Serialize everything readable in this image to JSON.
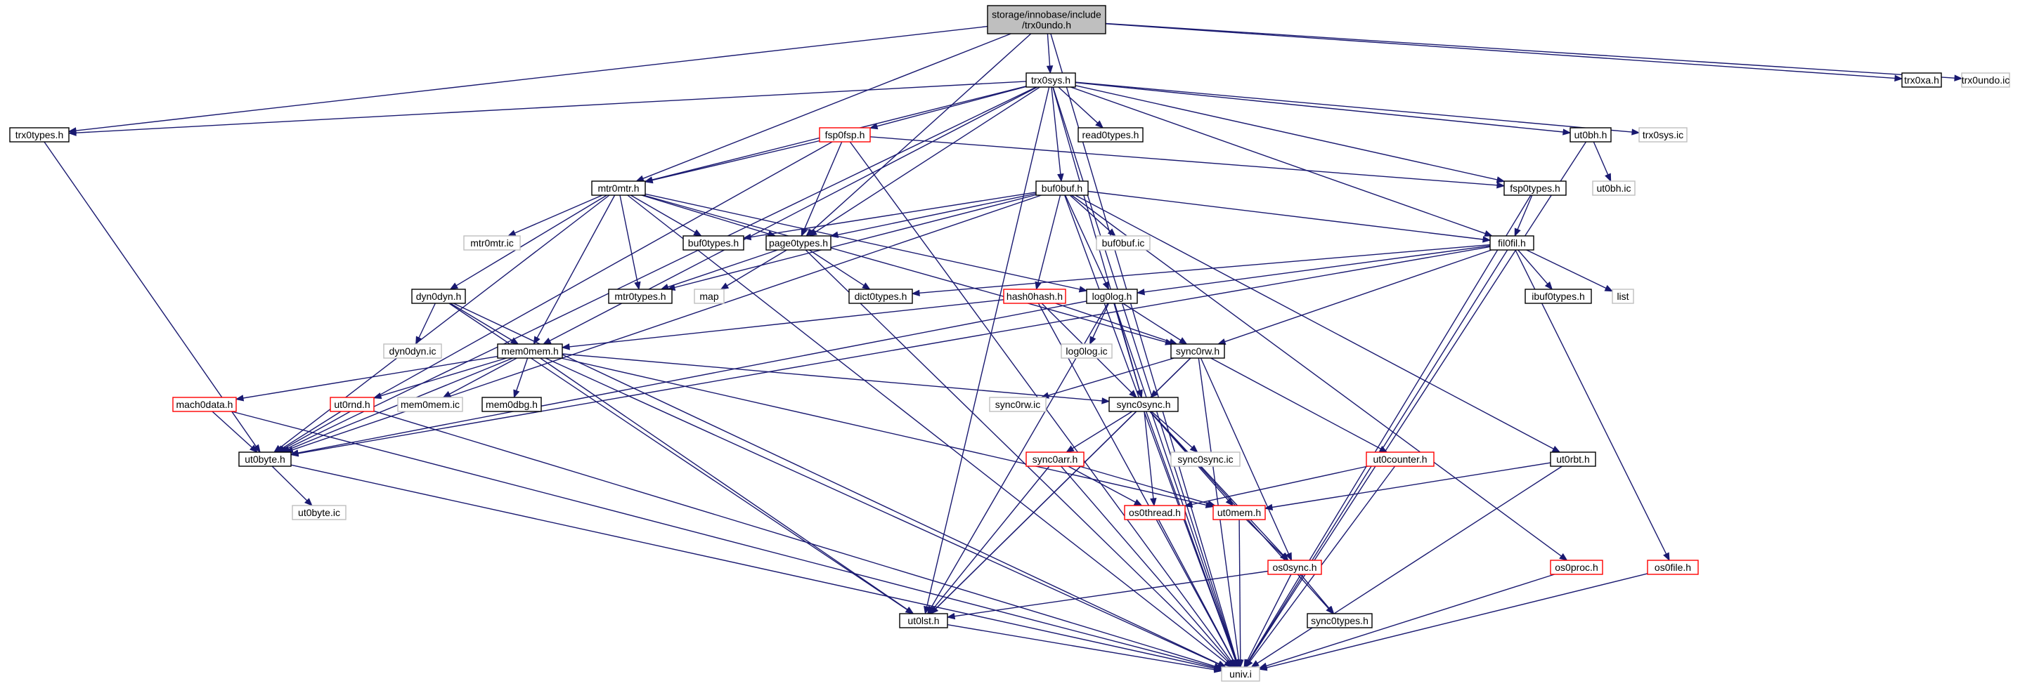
{
  "graph": {
    "colors": {
      "edge": "#191970",
      "root_fill": "#bfbfbf",
      "root_border": "#000000",
      "normal_border": "#000000",
      "truncated_border": "#ff0000",
      "external_border": "#bfbfbf",
      "external_text": "#7f7f7f",
      "fill": "#ffffff"
    },
    "nodes": [
      {
        "id": "root",
        "label": "storage/innobase/include\n/trx0undo.h",
        "kind": "root"
      },
      {
        "id": "trx0sys_h",
        "label": "trx0sys.h",
        "kind": "normal"
      },
      {
        "id": "trx0xa_h",
        "label": "trx0xa.h",
        "kind": "normal"
      },
      {
        "id": "trx0undo_ic",
        "label": "trx0undo.ic",
        "kind": "external"
      },
      {
        "id": "trx0types_h",
        "label": "trx0types.h",
        "kind": "normal"
      },
      {
        "id": "fsp0fsp_h",
        "label": "fsp0fsp.h",
        "kind": "truncated"
      },
      {
        "id": "read0types_h",
        "label": "read0types.h",
        "kind": "normal"
      },
      {
        "id": "ut0bh_h",
        "label": "ut0bh.h",
        "kind": "normal"
      },
      {
        "id": "trx0sys_ic",
        "label": "trx0sys.ic",
        "kind": "external"
      },
      {
        "id": "mtr0mtr_h",
        "label": "mtr0mtr.h",
        "kind": "normal"
      },
      {
        "id": "buf0buf_h",
        "label": "buf0buf.h",
        "kind": "normal"
      },
      {
        "id": "fsp0types_h",
        "label": "fsp0types.h",
        "kind": "normal"
      },
      {
        "id": "ut0bh_ic",
        "label": "ut0bh.ic",
        "kind": "external"
      },
      {
        "id": "buf0types_h",
        "label": "buf0types.h",
        "kind": "normal"
      },
      {
        "id": "page0types_h",
        "label": "page0types.h",
        "kind": "normal"
      },
      {
        "id": "mtr0mtr_ic",
        "label": "mtr0mtr.ic",
        "kind": "external"
      },
      {
        "id": "buf0buf_ic",
        "label": "buf0buf.ic",
        "kind": "external"
      },
      {
        "id": "fil0fil_h",
        "label": "fil0fil.h",
        "kind": "normal"
      },
      {
        "id": "mtr0types_h",
        "label": "mtr0types.h",
        "kind": "normal"
      },
      {
        "id": "map",
        "label": "map",
        "kind": "external"
      },
      {
        "id": "dict0types_h",
        "label": "dict0types.h",
        "kind": "normal"
      },
      {
        "id": "ibuf0types_h",
        "label": "ibuf0types.h",
        "kind": "normal"
      },
      {
        "id": "list",
        "label": "list",
        "kind": "external"
      },
      {
        "id": "dyn0dyn_h",
        "label": "dyn0dyn.h",
        "kind": "normal"
      },
      {
        "id": "hash0hash_h",
        "label": "hash0hash.h",
        "kind": "truncated"
      },
      {
        "id": "log0log_h",
        "label": "log0log.h",
        "kind": "normal"
      },
      {
        "id": "dyn0dyn_ic",
        "label": "dyn0dyn.ic",
        "kind": "external"
      },
      {
        "id": "mem0mem_h",
        "label": "mem0mem.h",
        "kind": "normal"
      },
      {
        "id": "sync0rw_h",
        "label": "sync0rw.h",
        "kind": "normal"
      },
      {
        "id": "log0log_ic",
        "label": "log0log.ic",
        "kind": "external"
      },
      {
        "id": "mach0data_h",
        "label": "mach0data.h",
        "kind": "truncated"
      },
      {
        "id": "ut0rnd_h",
        "label": "ut0rnd.h",
        "kind": "truncated"
      },
      {
        "id": "mem0mem_ic",
        "label": "mem0mem.ic",
        "kind": "external"
      },
      {
        "id": "mem0dbg_h",
        "label": "mem0dbg.h",
        "kind": "normal"
      },
      {
        "id": "sync0rw_ic",
        "label": "sync0rw.ic",
        "kind": "external"
      },
      {
        "id": "sync0sync_h",
        "label": "sync0sync.h",
        "kind": "normal"
      },
      {
        "id": "ut0byte_h",
        "label": "ut0byte.h",
        "kind": "normal"
      },
      {
        "id": "sync0arr_h",
        "label": "sync0arr.h",
        "kind": "truncated"
      },
      {
        "id": "sync0sync_ic",
        "label": "sync0sync.ic",
        "kind": "external"
      },
      {
        "id": "ut0counter_h",
        "label": "ut0counter.h",
        "kind": "truncated"
      },
      {
        "id": "ut0rbt_h",
        "label": "ut0rbt.h",
        "kind": "normal"
      },
      {
        "id": "ut0byte_ic",
        "label": "ut0byte.ic",
        "kind": "external"
      },
      {
        "id": "os0thread_h",
        "label": "os0thread.h",
        "kind": "truncated"
      },
      {
        "id": "ut0mem_h",
        "label": "ut0mem.h",
        "kind": "truncated"
      },
      {
        "id": "os0sync_h",
        "label": "os0sync.h",
        "kind": "truncated"
      },
      {
        "id": "os0proc_h",
        "label": "os0proc.h",
        "kind": "truncated"
      },
      {
        "id": "os0file_h",
        "label": "os0file.h",
        "kind": "truncated"
      },
      {
        "id": "ut0lst_h",
        "label": "ut0lst.h",
        "kind": "normal"
      },
      {
        "id": "sync0types_h",
        "label": "sync0types.h",
        "kind": "normal"
      },
      {
        "id": "univ_i",
        "label": "univ.i",
        "kind": "external"
      }
    ],
    "edges": [
      [
        "root",
        "trx0sys_h"
      ],
      [
        "root",
        "trx0types_h"
      ],
      [
        "root",
        "mtr0mtr_h"
      ],
      [
        "root",
        "page0types_h"
      ],
      [
        "root",
        "trx0xa_h"
      ],
      [
        "root",
        "trx0undo_ic"
      ],
      [
        "root",
        "univ_i"
      ],
      [
        "trx0sys_h",
        "trx0types_h"
      ],
      [
        "trx0sys_h",
        "fsp0fsp_h"
      ],
      [
        "trx0sys_h",
        "read0types_h"
      ],
      [
        "trx0sys_h",
        "ut0bh_h"
      ],
      [
        "trx0sys_h",
        "trx0sys_ic"
      ],
      [
        "trx0sys_h",
        "mtr0mtr_h"
      ],
      [
        "trx0sys_h",
        "buf0buf_h"
      ],
      [
        "trx0sys_h",
        "fsp0types_h"
      ],
      [
        "trx0sys_h",
        "page0types_h"
      ],
      [
        "trx0sys_h",
        "fil0fil_h"
      ],
      [
        "trx0sys_h",
        "mem0mem_h"
      ],
      [
        "trx0sys_h",
        "sync0sync_h"
      ],
      [
        "trx0sys_h",
        "ut0lst_h"
      ],
      [
        "trx0sys_h",
        "ut0byte_h"
      ],
      [
        "trx0sys_h",
        "univ_i"
      ],
      [
        "trx0types_h",
        "ut0byte_h"
      ],
      [
        "fsp0fsp_h",
        "mtr0mtr_h"
      ],
      [
        "fsp0fsp_h",
        "fsp0types_h"
      ],
      [
        "fsp0fsp_h",
        "page0types_h"
      ],
      [
        "fsp0fsp_h",
        "ut0byte_h"
      ],
      [
        "fsp0fsp_h",
        "univ_i"
      ],
      [
        "ut0bh_h",
        "ut0bh_ic"
      ],
      [
        "ut0bh_h",
        "univ_i"
      ],
      [
        "mtr0mtr_h",
        "mtr0mtr_ic"
      ],
      [
        "mtr0mtr_h",
        "buf0types_h"
      ],
      [
        "mtr0mtr_h",
        "page0types_h"
      ],
      [
        "mtr0mtr_h",
        "mtr0types_h"
      ],
      [
        "mtr0mtr_h",
        "dyn0dyn_h"
      ],
      [
        "mtr0mtr_h",
        "mem0mem_h"
      ],
      [
        "mtr0mtr_h",
        "log0log_h"
      ],
      [
        "mtr0mtr_h",
        "sync0rw_h"
      ],
      [
        "mtr0mtr_h",
        "ut0byte_h"
      ],
      [
        "mtr0mtr_h",
        "univ_i"
      ],
      [
        "buf0buf_h",
        "buf0types_h"
      ],
      [
        "buf0buf_h",
        "page0types_h"
      ],
      [
        "buf0buf_h",
        "buf0buf_ic"
      ],
      [
        "buf0buf_h",
        "fil0fil_h"
      ],
      [
        "buf0buf_h",
        "mtr0types_h"
      ],
      [
        "buf0buf_h",
        "hash0hash_h"
      ],
      [
        "buf0buf_h",
        "log0log_h"
      ],
      [
        "buf0buf_h",
        "ut0rbt_h"
      ],
      [
        "buf0buf_h",
        "os0proc_h"
      ],
      [
        "buf0buf_h",
        "ut0byte_h"
      ],
      [
        "buf0buf_h",
        "univ_i"
      ],
      [
        "fsp0types_h",
        "fil0fil_h"
      ],
      [
        "fsp0types_h",
        "univ_i"
      ],
      [
        "page0types_h",
        "mtr0types_h"
      ],
      [
        "page0types_h",
        "map"
      ],
      [
        "page0types_h",
        "dict0types_h"
      ],
      [
        "page0types_h",
        "univ_i"
      ],
      [
        "fil0fil_h",
        "dict0types_h"
      ],
      [
        "fil0fil_h",
        "ibuf0types_h"
      ],
      [
        "fil0fil_h",
        "list"
      ],
      [
        "fil0fil_h",
        "log0log_h"
      ],
      [
        "fil0fil_h",
        "sync0rw_h"
      ],
      [
        "fil0fil_h",
        "os0file_h"
      ],
      [
        "fil0fil_h",
        "ut0byte_h"
      ],
      [
        "fil0fil_h",
        "univ_i"
      ],
      [
        "dyn0dyn_h",
        "dyn0dyn_ic"
      ],
      [
        "dyn0dyn_h",
        "mem0mem_h"
      ],
      [
        "dyn0dyn_h",
        "ut0lst_h"
      ],
      [
        "dyn0dyn_h",
        "univ_i"
      ],
      [
        "hash0hash_h",
        "mem0mem_h"
      ],
      [
        "hash0hash_h",
        "sync0rw_h"
      ],
      [
        "hash0hash_h",
        "sync0sync_h"
      ],
      [
        "hash0hash_h",
        "univ_i"
      ],
      [
        "log0log_h",
        "log0log_ic"
      ],
      [
        "log0log_h",
        "sync0rw_h"
      ],
      [
        "log0log_h",
        "sync0sync_h"
      ],
      [
        "log0log_h",
        "ut0byte_h"
      ],
      [
        "log0log_h",
        "ut0lst_h"
      ],
      [
        "log0log_h",
        "univ_i"
      ],
      [
        "mem0mem_h",
        "mach0data_h"
      ],
      [
        "mem0mem_h",
        "ut0rnd_h"
      ],
      [
        "mem0mem_h",
        "mem0mem_ic"
      ],
      [
        "mem0mem_h",
        "mem0dbg_h"
      ],
      [
        "mem0mem_h",
        "sync0sync_h"
      ],
      [
        "mem0mem_h",
        "ut0byte_h"
      ],
      [
        "mem0mem_h",
        "ut0mem_h"
      ],
      [
        "mem0mem_h",
        "ut0lst_h"
      ],
      [
        "mem0mem_h",
        "univ_i"
      ],
      [
        "sync0rw_h",
        "sync0rw_ic"
      ],
      [
        "sync0rw_h",
        "sync0sync_h"
      ],
      [
        "sync0rw_h",
        "ut0counter_h"
      ],
      [
        "sync0rw_h",
        "os0sync_h"
      ],
      [
        "sync0rw_h",
        "ut0lst_h"
      ],
      [
        "sync0rw_h",
        "univ_i"
      ],
      [
        "mach0data_h",
        "ut0byte_h"
      ],
      [
        "mach0data_h",
        "univ_i"
      ],
      [
        "ut0rnd_h",
        "ut0byte_h"
      ],
      [
        "ut0rnd_h",
        "univ_i"
      ],
      [
        "sync0sync_h",
        "sync0arr_h"
      ],
      [
        "sync0sync_h",
        "sync0sync_ic"
      ],
      [
        "sync0sync_h",
        "os0thread_h"
      ],
      [
        "sync0sync_h",
        "ut0mem_h"
      ],
      [
        "sync0sync_h",
        "os0sync_h"
      ],
      [
        "sync0sync_h",
        "sync0types_h"
      ],
      [
        "sync0sync_h",
        "ut0lst_h"
      ],
      [
        "sync0sync_h",
        "univ_i"
      ],
      [
        "ut0byte_h",
        "ut0byte_ic"
      ],
      [
        "ut0byte_h",
        "univ_i"
      ],
      [
        "sync0arr_h",
        "os0thread_h"
      ],
      [
        "sync0arr_h",
        "ut0mem_h"
      ],
      [
        "sync0arr_h",
        "ut0lst_h"
      ],
      [
        "sync0arr_h",
        "univ_i"
      ],
      [
        "ut0counter_h",
        "os0thread_h"
      ],
      [
        "ut0counter_h",
        "univ_i"
      ],
      [
        "ut0rbt_h",
        "ut0mem_h"
      ],
      [
        "ut0rbt_h",
        "univ_i"
      ],
      [
        "os0thread_h",
        "univ_i"
      ],
      [
        "ut0mem_h",
        "os0sync_h"
      ],
      [
        "ut0mem_h",
        "univ_i"
      ],
      [
        "os0sync_h",
        "sync0types_h"
      ],
      [
        "os0sync_h",
        "ut0lst_h"
      ],
      [
        "os0sync_h",
        "univ_i"
      ],
      [
        "os0proc_h",
        "univ_i"
      ],
      [
        "os0file_h",
        "univ_i"
      ],
      [
        "ut0lst_h",
        "univ_i"
      ]
    ]
  }
}
